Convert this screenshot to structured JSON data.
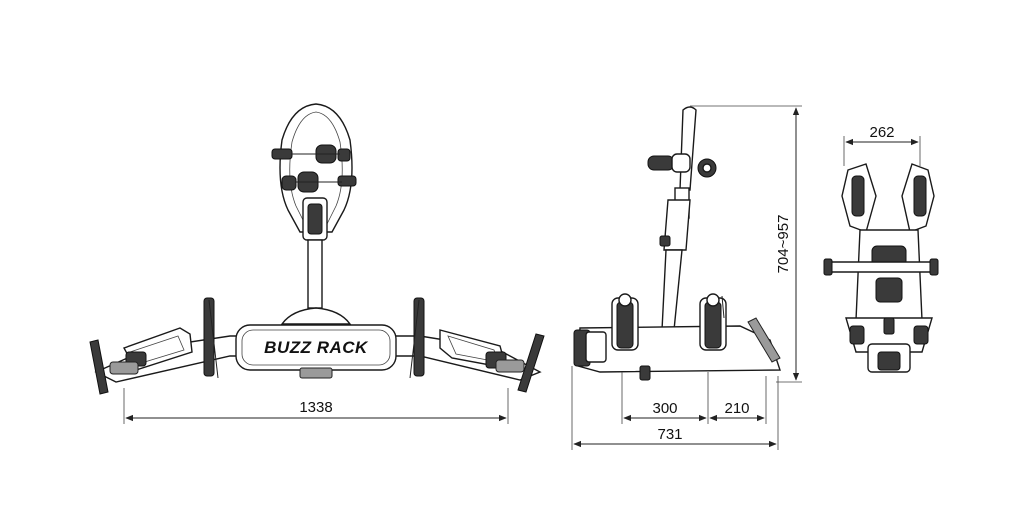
{
  "logo": {
    "text": "BUZZ RACK"
  },
  "dimensions": {
    "front_width": "1338",
    "side_height": "704~957",
    "side_depth_a": "300",
    "side_depth_b": "210",
    "side_total": "731",
    "top_width": "262"
  },
  "colors": {
    "line": "#222222",
    "part_dark": "#3a3a3a",
    "background": "#ffffff"
  }
}
